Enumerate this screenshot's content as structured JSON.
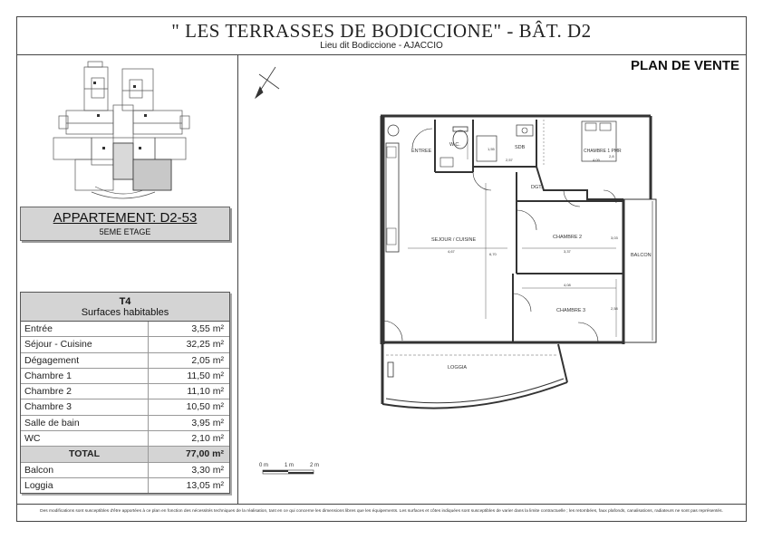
{
  "header": {
    "title": "\" LES TERRASSES DE BODICCIONE\"  -  BÂT.  D2",
    "subtitle": "Lieu dit Bodiccione - AJACCIO",
    "plan_label": "PLAN DE VENTE"
  },
  "apartment": {
    "title": "APPARTEMENT: D2-53",
    "floor": "5EME ETAGE"
  },
  "surfaces": {
    "type": "T4",
    "heading": "Surfaces habitables",
    "rows": [
      {
        "label": "Entrée",
        "value": "3,55 m²"
      },
      {
        "label": "Séjour - Cuisine",
        "value": "32,25 m²"
      },
      {
        "label": "Dégagement",
        "value": "2,05 m²"
      },
      {
        "label": "Chambre 1",
        "value": "11,50 m²"
      },
      {
        "label": "Chambre 2",
        "value": "11,10 m²"
      },
      {
        "label": "Chambre 3",
        "value": "10,50 m²"
      },
      {
        "label": "Salle de bain",
        "value": "3,95 m²"
      },
      {
        "label": "WC",
        "value": "2,10 m²"
      }
    ],
    "total_label": "TOTAL",
    "total_value": "77,00 m²",
    "extras": [
      {
        "label": "Balcon",
        "value": "3,30 m²"
      },
      {
        "label": "Loggia",
        "value": "13,05 m²"
      }
    ]
  },
  "plan": {
    "rooms": {
      "entree": "ENTREE",
      "wc": "W.C.",
      "sdb": "SDB",
      "chambre1": "CHAMBRE 1 PMR",
      "dgt": "DGT.",
      "sejour": "SEJOUR / CUISINE",
      "chambre2": "CHAMBRE 2",
      "chambre3": "CHAMBRE 3",
      "balcon": "BALCON",
      "loggia": "LOGGIA"
    },
    "dims": {
      "sejour_w": "4,67",
      "sejour_h": "6,70",
      "chambre2_w": "3,37",
      "chambre2_h": "3,03",
      "chambre3_w": "4,08",
      "chambre3_h": "2,58",
      "sdb_w": "2,57",
      "chambre1_w": "4,09",
      "chambre1_h": "2,8",
      "wc_h": "1,55"
    }
  },
  "scale": {
    "labels": [
      "0 m",
      "1 m",
      "2 m"
    ]
  },
  "footer": {
    "note": "Des modifications sont susceptibles d'être apportées à ce plan en fonction des nécessités techniques de la réalisation, tant en ce qui concerne les dimensions libres que les équipements. Les surfaces et côtes indiquées sont susceptibles de varier dans la limite contractuelle ; les retombées, faux plafonds, canalisations, radiateurs ne sont pas représentés."
  }
}
